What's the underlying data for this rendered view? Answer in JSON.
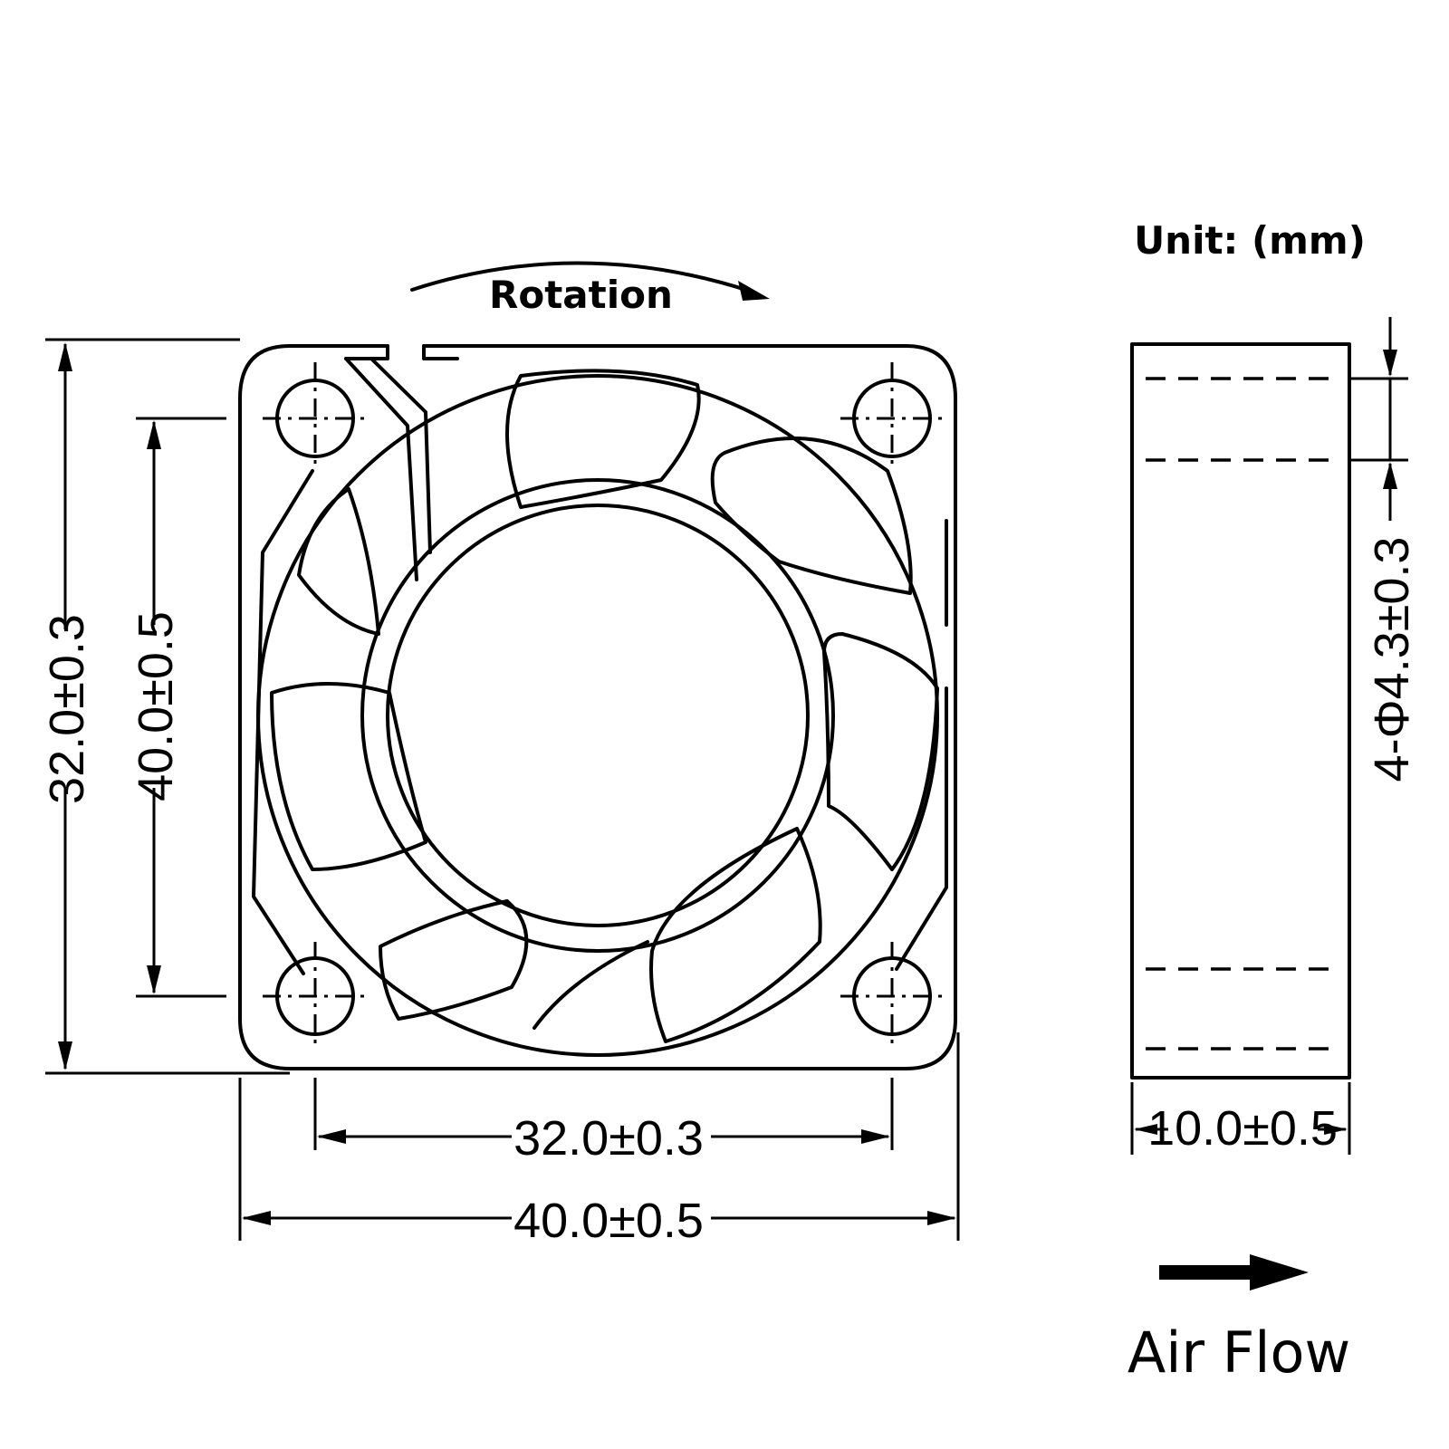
{
  "labels": {
    "rotation": "Rotation",
    "unit": "Unit: (mm)",
    "air_flow": "Air Flow",
    "outer_height": "32.0±0.3",
    "hole_height": "40.0±0.5",
    "hole_width": "32.0±0.3",
    "outer_width": "40.0±0.5",
    "hole_diameter": "4-Φ4.3±0.3",
    "thickness": "10.0±0.5"
  },
  "colors": {
    "line": "#000000",
    "background": "#ffffff"
  }
}
